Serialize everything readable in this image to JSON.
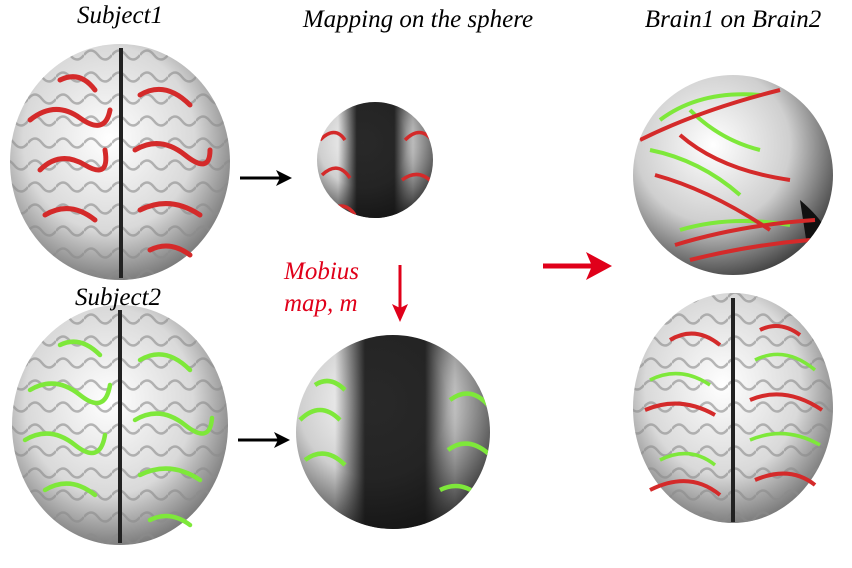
{
  "titles": {
    "subject1": "Subject1",
    "subject2": "Subject2",
    "mapping": "Mapping on the sphere",
    "result": "Brain1 on Brain2"
  },
  "mobius": {
    "line1": "Mobius",
    "line2": "map, m"
  },
  "colors": {
    "subject1_sulci": "#d42a2a",
    "subject2_sulci": "#7ee83a",
    "arrow_black": "#000000",
    "arrow_red": "#e0001a"
  }
}
